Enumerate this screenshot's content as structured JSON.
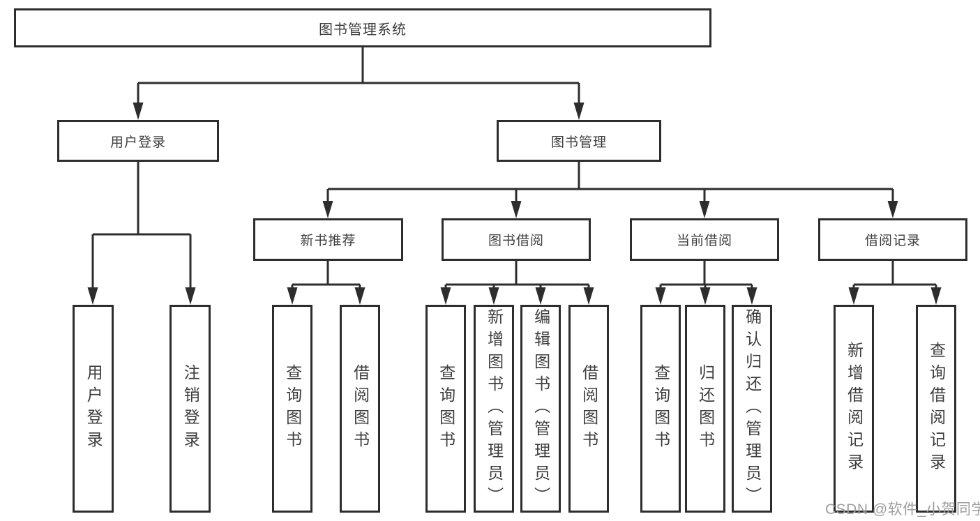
{
  "tree": {
    "root": {
      "label": "图书管理系统",
      "children": [
        {
          "label": "用户登录",
          "children": [
            {
              "label": "用户登录"
            },
            {
              "label": "注销登录"
            }
          ]
        },
        {
          "label": "图书管理",
          "children": [
            {
              "label": "新书推荐",
              "children": [
                {
                  "label": "查询图书"
                },
                {
                  "label": "借阅图书"
                }
              ]
            },
            {
              "label": "图书借阅",
              "children": [
                {
                  "label": "查询图书"
                },
                {
                  "label": "新增图书（管理员）"
                },
                {
                  "label": "编辑图书（管理员）"
                },
                {
                  "label": "借阅图书"
                }
              ]
            },
            {
              "label": "当前借阅",
              "children": [
                {
                  "label": "查询图书"
                },
                {
                  "label": "归还图书"
                },
                {
                  "label": "确认归还（管理员）"
                }
              ]
            },
            {
              "label": "借阅记录",
              "children": [
                {
                  "label": "新增借阅记录"
                },
                {
                  "label": "查询借阅记录"
                }
              ]
            }
          ]
        }
      ]
    }
  },
  "watermark": {
    "text": "CSDN @软件_小贺同学"
  },
  "colors": {
    "line": "#2d2d2d",
    "box_border": "#2d2d2d",
    "text": "#3d3d3d",
    "watermark_text": "#9f9f9f",
    "background": "#ffffff"
  }
}
